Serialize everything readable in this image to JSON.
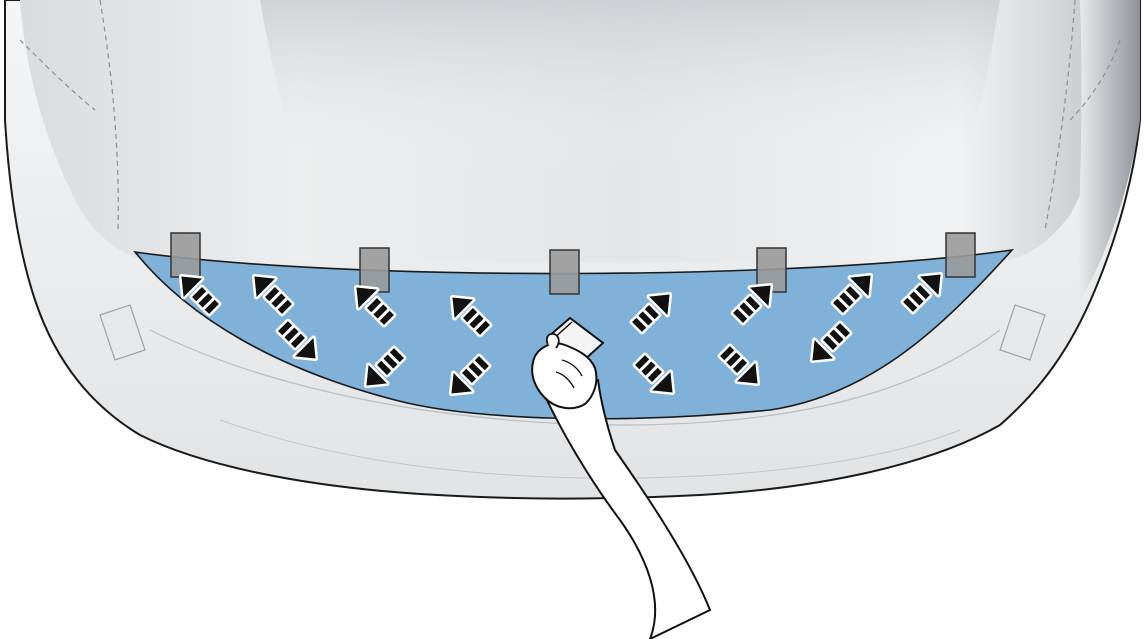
{
  "illustration": {
    "subject": "car-hood-front",
    "film_color": "#7fb1d9",
    "film_edge_color": "#1a1a1a",
    "tape_color": "#9a9a9a",
    "arrow_fill": "#111111",
    "arrow_outline": "#ffffff",
    "body_light": "#f2f3f4",
    "body_shadow": "#b9bcc0",
    "tapes": [
      {
        "name": "tape-left-outer"
      },
      {
        "name": "tape-left-inner"
      },
      {
        "name": "tape-center"
      },
      {
        "name": "tape-right-inner"
      },
      {
        "name": "tape-right-outer"
      }
    ],
    "arrows": [
      {
        "dir": "up-left"
      },
      {
        "dir": "up-left"
      },
      {
        "dir": "down-right"
      },
      {
        "dir": "up-left"
      },
      {
        "dir": "down-left"
      },
      {
        "dir": "up-left"
      },
      {
        "dir": "down-left"
      },
      {
        "dir": "up-right"
      },
      {
        "dir": "down-right"
      },
      {
        "dir": "up-right"
      },
      {
        "dir": "down-right"
      },
      {
        "dir": "up-right"
      },
      {
        "dir": "down-left"
      },
      {
        "dir": "up-right"
      }
    ]
  }
}
